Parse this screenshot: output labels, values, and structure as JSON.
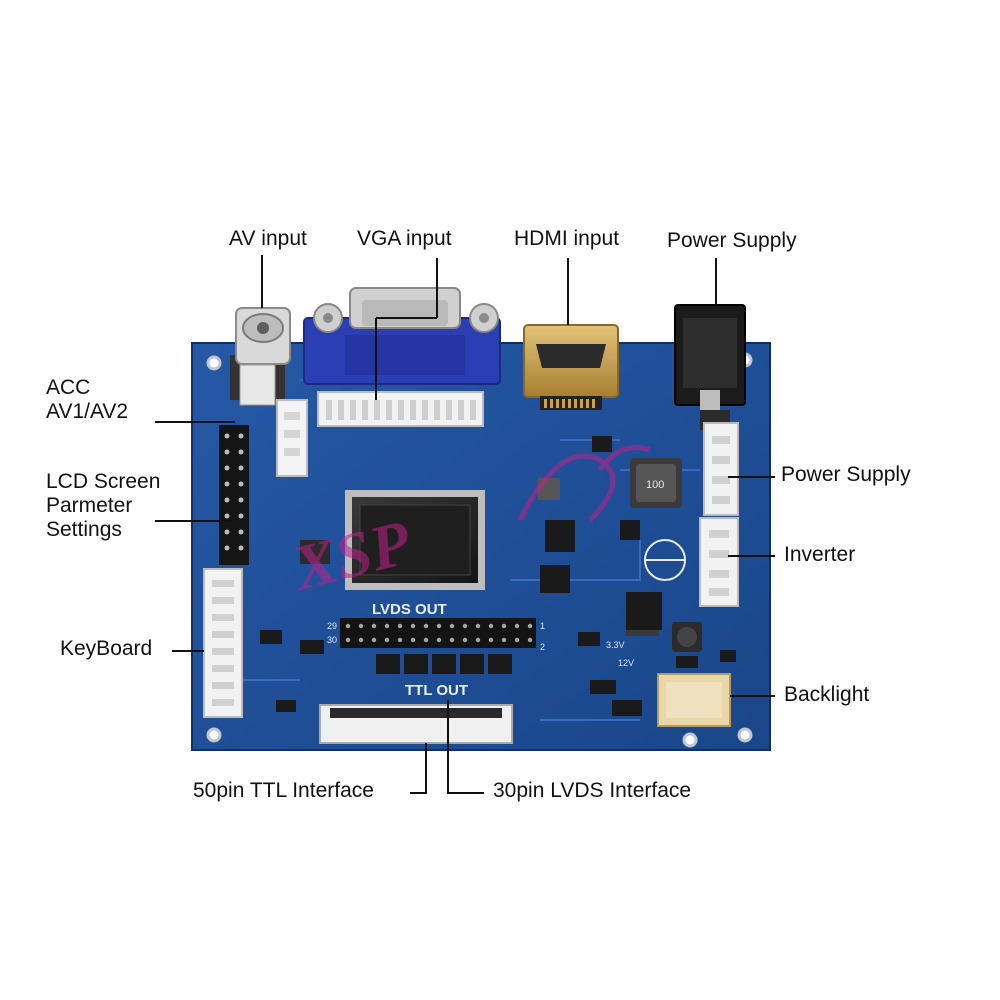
{
  "labels": {
    "av_input": "AV input",
    "vga_input": "VGA input",
    "hdmi_input": "HDMI input",
    "power_supply_top": "Power Supply",
    "acc_line1": "ACC",
    "acc_line2": "AV1/AV2",
    "lcd_line1": "LCD Screen",
    "lcd_line2": "Parmeter",
    "lcd_line3": "Settings",
    "keyboard": "KeyBoard",
    "power_supply_right": "Power Supply",
    "inverter": "Inverter",
    "backlight": "Backlight",
    "ttl_interface": "50pin TTL Interface",
    "lvds_interface": "30pin LVDS Interface"
  },
  "board": {
    "lvds_out": "LVDS OUT",
    "ttl_out": "TTL OUT",
    "pin_29": "29",
    "pin_30": "30",
    "pin_1": "1",
    "pin_2": "2",
    "v33": "3.3V",
    "v12": "12V",
    "inductor": "100"
  },
  "colors": {
    "pcb": "#1f4f9a",
    "pcb_dark": "#173f80",
    "vga_blue": "#2a3fb3",
    "hdmi_gold": "#c9a24a",
    "connector_white": "#f2f2f2",
    "watermark": "#c0208a"
  }
}
